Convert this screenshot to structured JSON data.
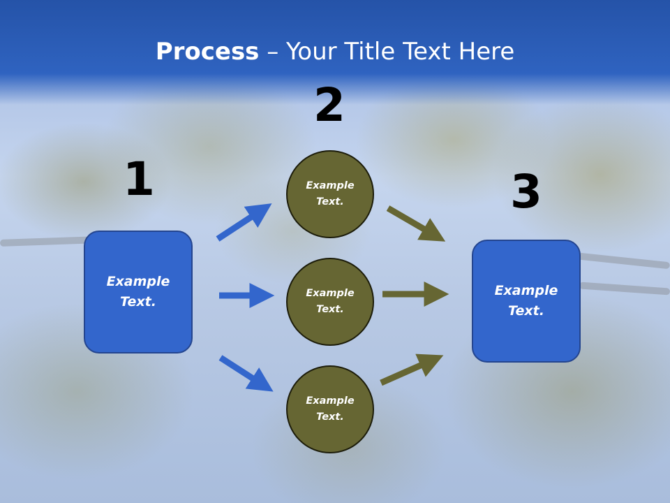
{
  "title": {
    "bold": "Process",
    "rest": " – Your Title Text Here"
  },
  "steps": {
    "one": "1",
    "two": "2",
    "three": "3"
  },
  "left_box": {
    "line1": "Example",
    "line2": "Text."
  },
  "right_box": {
    "line1": "Example",
    "line2": "Text."
  },
  "circles": [
    {
      "line1": "Example",
      "line2": "Text."
    },
    {
      "line1": "Example",
      "line2": "Text."
    },
    {
      "line1": "Example",
      "line2": "Text."
    }
  ],
  "colors": {
    "box": "#3366cc",
    "circle": "#666633",
    "blue_arrow": "#3366cc",
    "olive_arrow": "#666633",
    "title_bar": "#2f63c0"
  }
}
